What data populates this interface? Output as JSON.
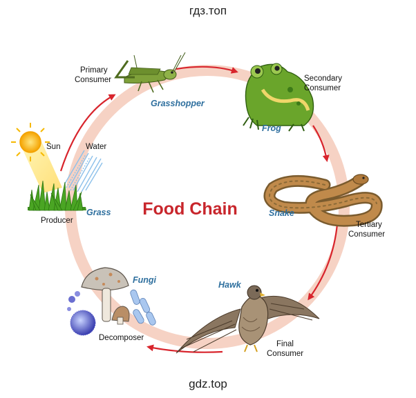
{
  "watermark_top": "гдз.топ",
  "watermark_bottom": "gdz.top",
  "title": "Food Chain",
  "colors": {
    "title": "#c8262c",
    "species_label": "#2e6f9e",
    "ring": "#f6d2c4",
    "arrow": "#d8242c"
  },
  "inputs": {
    "sun": "Sun",
    "water": "Water"
  },
  "nodes": {
    "grass": {
      "species": "Grass",
      "role": "Producer",
      "icon": "grass-icon"
    },
    "grasshopper": {
      "species": "Grasshopper",
      "role": [
        "Primary",
        "Consumer"
      ],
      "icon": "grasshopper-icon"
    },
    "frog": {
      "species": "Frog",
      "role": [
        "Secondary",
        "Consumer"
      ],
      "icon": "frog-icon"
    },
    "snake": {
      "species": "Snake",
      "role": [
        "Tertiary",
        "Consumer"
      ],
      "icon": "snake-icon"
    },
    "hawk": {
      "species": "Hawk",
      "role": [
        "Final",
        "Consumer"
      ],
      "icon": "hawk-icon"
    },
    "fungi": {
      "species": "Fungi",
      "role": "Decomposer",
      "icon": "fungi-icon"
    }
  }
}
